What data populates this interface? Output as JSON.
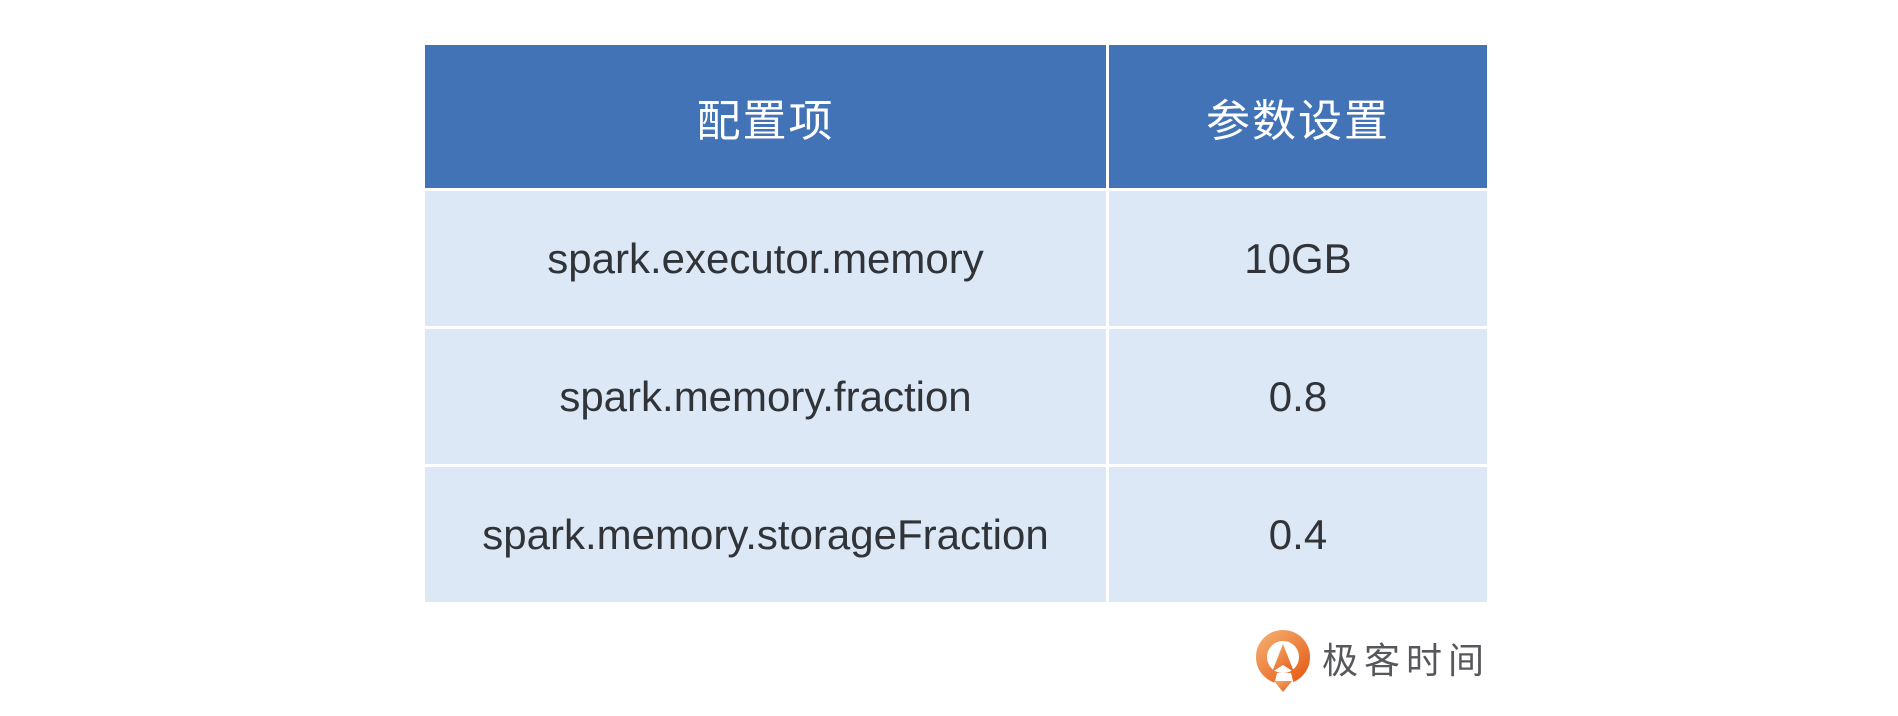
{
  "page": {
    "background": "#FFFFFF"
  },
  "table": {
    "headers": [
      {
        "label": "配置项"
      },
      {
        "label": "参数设置"
      }
    ],
    "rows": [
      {
        "config": "spark.executor.memory",
        "value": "10GB"
      },
      {
        "config": "spark.memory.fraction",
        "value": "0.8"
      },
      {
        "config": "spark.memory.storageFraction",
        "value": "0.4"
      }
    ]
  },
  "branding": {
    "logo_text": "极客时间",
    "logo_icon": "geektime-q-arrow-icon"
  },
  "colors": {
    "header_bg": "#4273B7",
    "header_text": "#FFFFFF",
    "row_bg": "#DCE8F6",
    "cell_text": "#303338",
    "divider": "#FFFFFF",
    "logo_orange_light": "#F5AA6B",
    "logo_orange_dark": "#E7631F",
    "logo_text_color": "#57585C"
  },
  "chart_data": {
    "type": "table",
    "title": "",
    "columns": [
      "配置项",
      "参数设置"
    ],
    "rows": [
      [
        "spark.executor.memory",
        "10GB"
      ],
      [
        "spark.memory.fraction",
        "0.8"
      ],
      [
        "spark.memory.storageFraction",
        "0.4"
      ]
    ],
    "layout": {
      "header_style": "solid blue band, white centered text",
      "body_style": "light blue cells separated by thin white gridlines",
      "column_align": [
        "center",
        "center"
      ]
    }
  }
}
